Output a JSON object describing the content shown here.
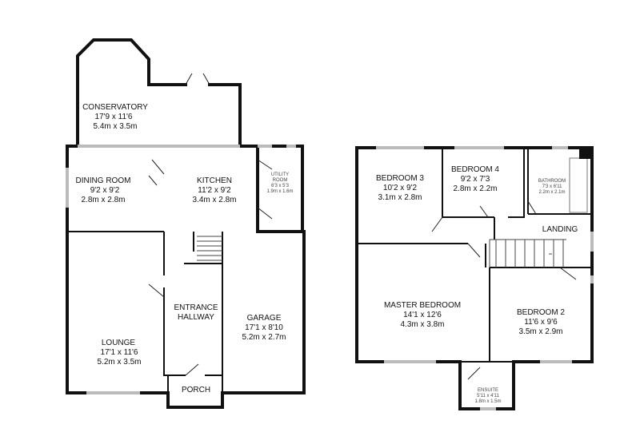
{
  "rooms": {
    "conservatory": {
      "name": "CONSERVATORY",
      "imperial": "17'9 x 11'6",
      "metric": "5.4m x 3.5m"
    },
    "dining": {
      "name": "DINING ROOM",
      "imperial": "9'2 x 9'2",
      "metric": "2.8m x 2.8m"
    },
    "kitchen": {
      "name": "KITCHEN",
      "imperial": "11'2 x 9'2",
      "metric": "3.4m x 2.8m"
    },
    "utility": {
      "name_line1": "UTILITY",
      "name_line2": "ROOM",
      "imperial": "6'3 x 5'3",
      "metric": "1.9m x 1.6m"
    },
    "entrance": {
      "name_line1": "ENTRANCE",
      "name_line2": "HALLWAY"
    },
    "garage": {
      "name": "GARAGE",
      "imperial": "17'1 x 8'10",
      "metric": "5.2m x 2.7m"
    },
    "lounge": {
      "name": "LOUNGE",
      "imperial": "17'1 x 11'6",
      "metric": "5.2m x 3.5m"
    },
    "porch": {
      "name": "PORCH"
    },
    "bedroom3": {
      "name": "BEDROOM 3",
      "imperial": "10'2 x 9'2",
      "metric": "3.1m x 2.8m"
    },
    "bedroom4": {
      "name": "BEDROOM 4",
      "imperial": "9'2 x 7'3",
      "metric": "2.8m x 2.2m"
    },
    "bathroom": {
      "name": "BATHROOM",
      "imperial": "7'3 x 6'11",
      "metric": "2.2m x 2.1m"
    },
    "landing": {
      "name": "LANDING"
    },
    "master": {
      "name": "MASTER BEDROOM",
      "imperial": "14'1 x 12'6",
      "metric": "4.3m x 3.8m"
    },
    "bedroom2": {
      "name": "BEDROOM 2",
      "imperial": "11'6 x 9'6",
      "metric": "3.5m x 2.9m"
    },
    "ensuite": {
      "name": "ENSUITE",
      "imperial": "5'11 x 4'11",
      "metric": "1.8m x 1.5m"
    }
  }
}
